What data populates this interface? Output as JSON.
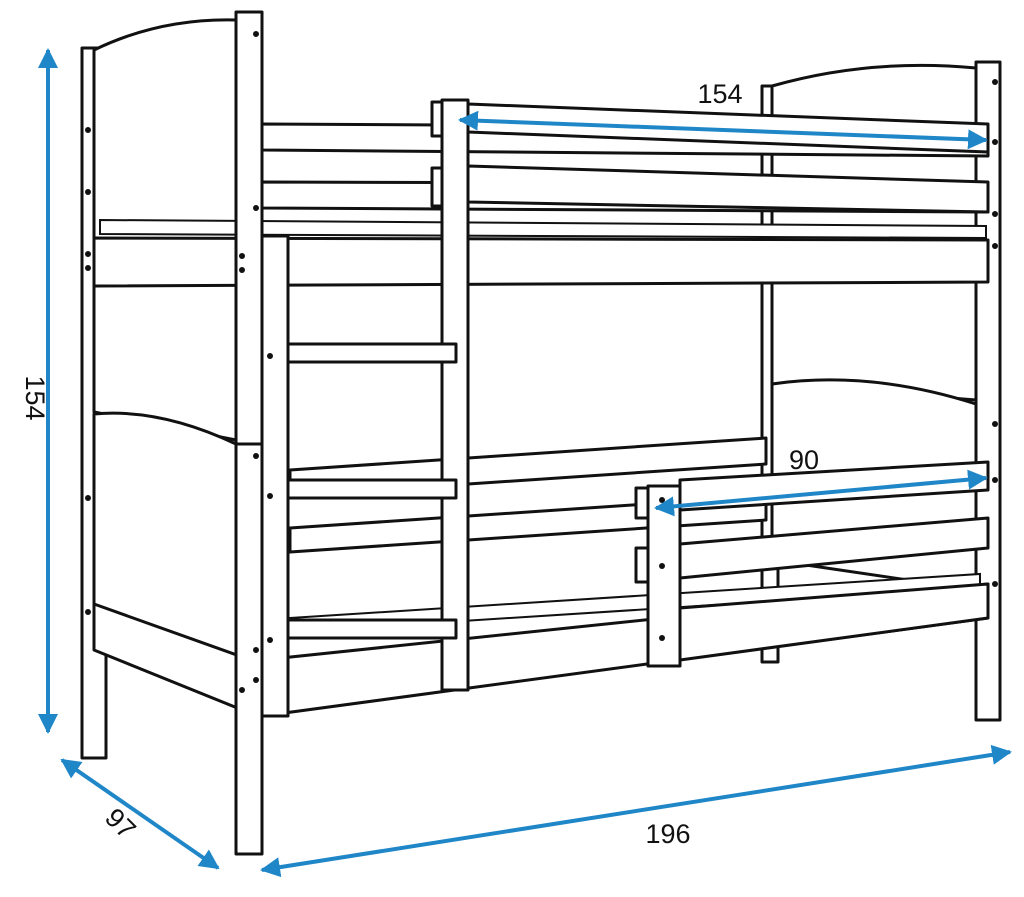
{
  "diagram": {
    "dimensions": {
      "width_label": "196",
      "depth_label": "97",
      "height_label": "154",
      "top_rail_label": "154",
      "bottom_guard_label": "90"
    },
    "colors": {
      "dimension_arrow": "#1f86c8",
      "outline": "#111111",
      "background": "#ffffff"
    }
  }
}
